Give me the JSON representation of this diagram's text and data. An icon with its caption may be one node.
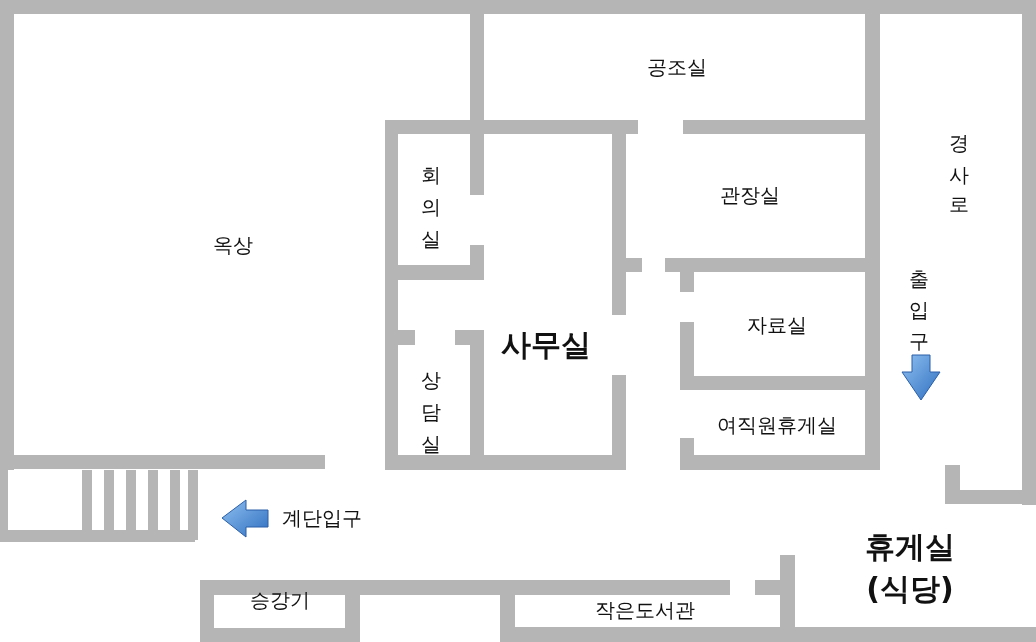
{
  "diagram": {
    "nodes": [
      {
        "text": [
          "옥상"
        ]
      },
      {
        "text": [
          "공조실"
        ]
      },
      {
        "text": [
          "회의실"
        ]
      },
      {
        "text": [
          "관장실"
        ]
      },
      {
        "text": [
          "사무실"
        ]
      },
      {
        "text": [
          "자료실"
        ]
      },
      {
        "text": [
          "상담실"
        ]
      },
      {
        "text": [
          "여직원휴게실"
        ]
      },
      {
        "text": [
          "휴게실 (식당)"
        ]
      },
      {
        "text": [
          "승강기"
        ]
      },
      {
        "text": [
          "작은도서관"
        ]
      }
    ],
    "edges": [],
    "labels": [
      "경사로",
      "출입구",
      "계단입구"
    ]
  }
}
